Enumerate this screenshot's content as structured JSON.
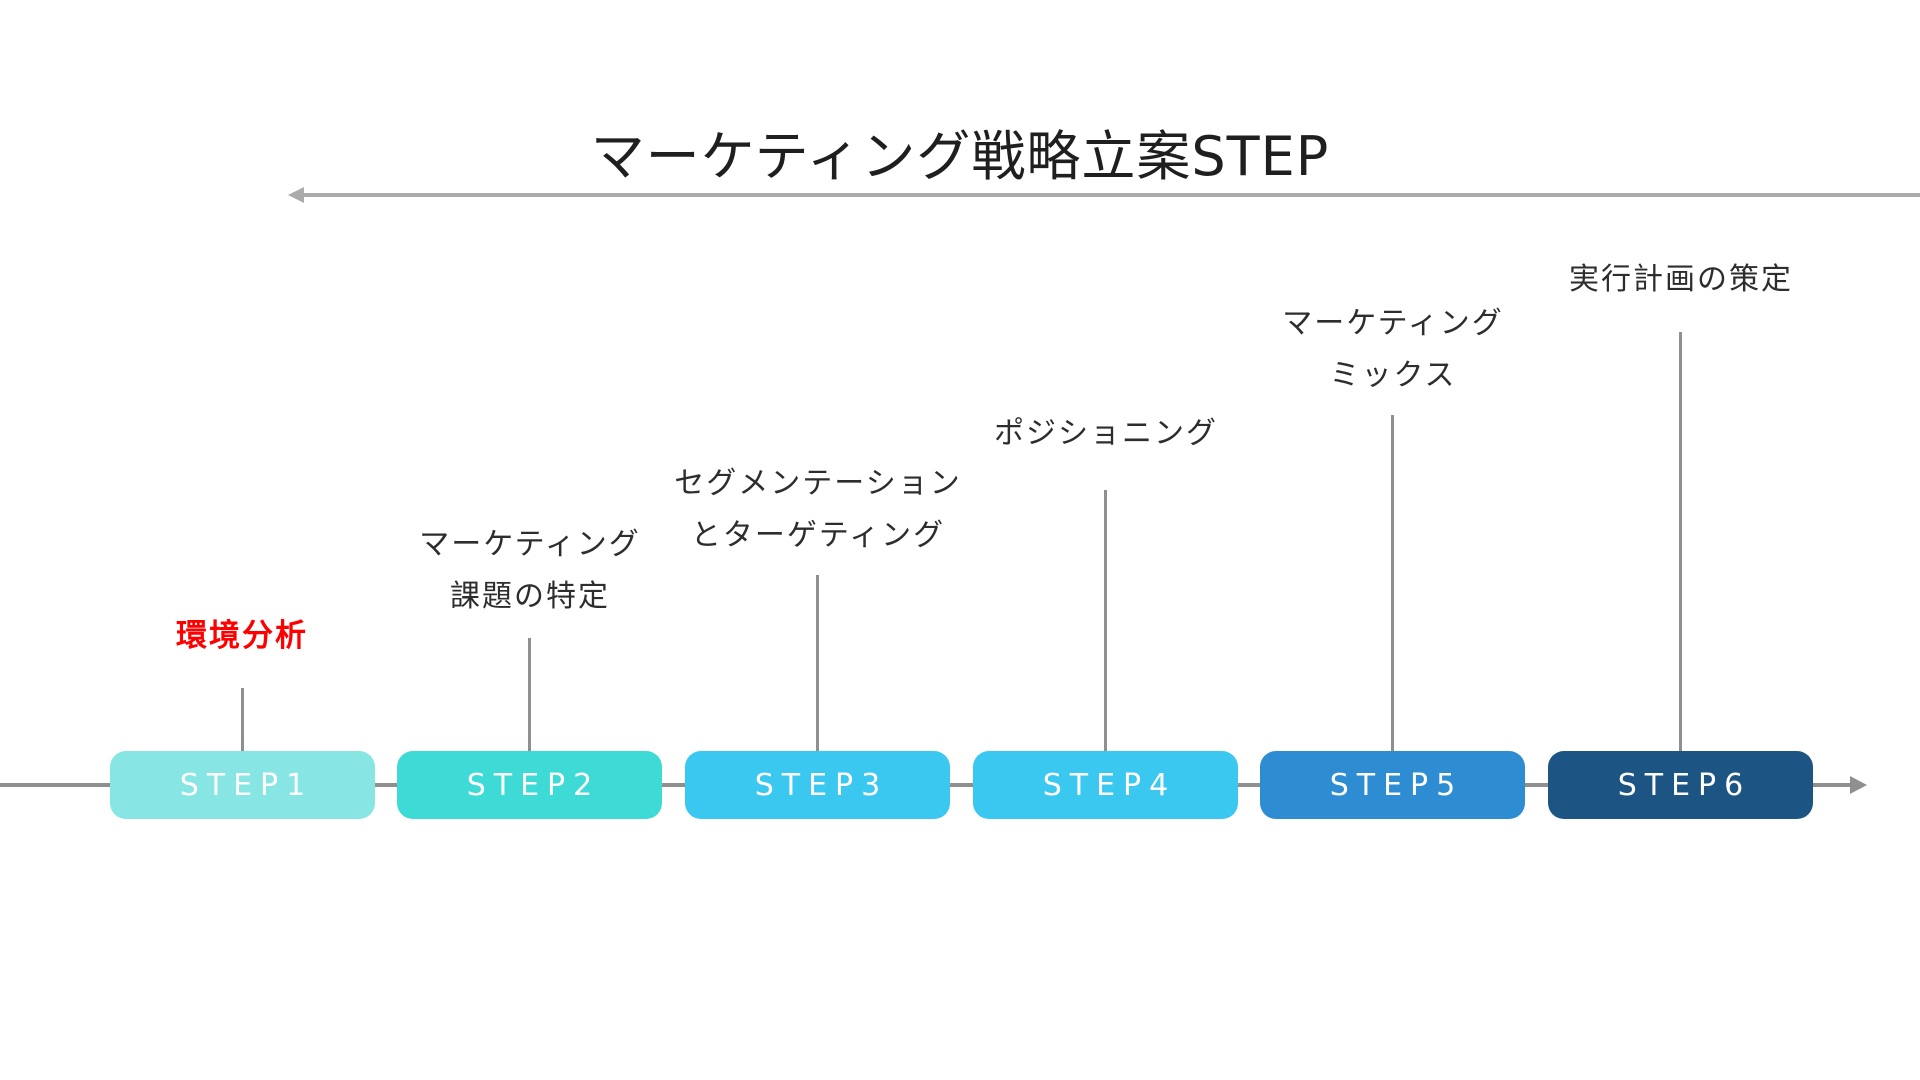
{
  "title": "マーケティング戦略立案STEP",
  "accent_caption_color": "#ff0000",
  "steps": [
    {
      "label": "STEP1",
      "caption_lines": [
        "環境分析"
      ],
      "box_color": "#87e6e3",
      "caption_color": "#ff0000"
    },
    {
      "label": "STEP2",
      "caption_lines": [
        "マーケティング",
        "課題の特定"
      ],
      "box_color": "#3edad6",
      "caption_color": "#2d2d2d"
    },
    {
      "label": "STEP3",
      "caption_lines": [
        "セグメンテーション",
        "とターゲティング"
      ],
      "box_color": "#3bc8f0",
      "caption_color": "#2d2d2d"
    },
    {
      "label": "STEP4",
      "caption_lines": [
        "ポジショニング"
      ],
      "box_color": "#3bc8f0",
      "caption_color": "#2d2d2d"
    },
    {
      "label": "STEP5",
      "caption_lines": [
        "マーケティング",
        "ミックス"
      ],
      "box_color": "#2e8cd3",
      "caption_color": "#2d2d2d"
    },
    {
      "label": "STEP6",
      "caption_lines": [
        "実行計画の策定"
      ],
      "box_color": "#1c5583",
      "caption_color": "#2d2d2d"
    }
  ]
}
